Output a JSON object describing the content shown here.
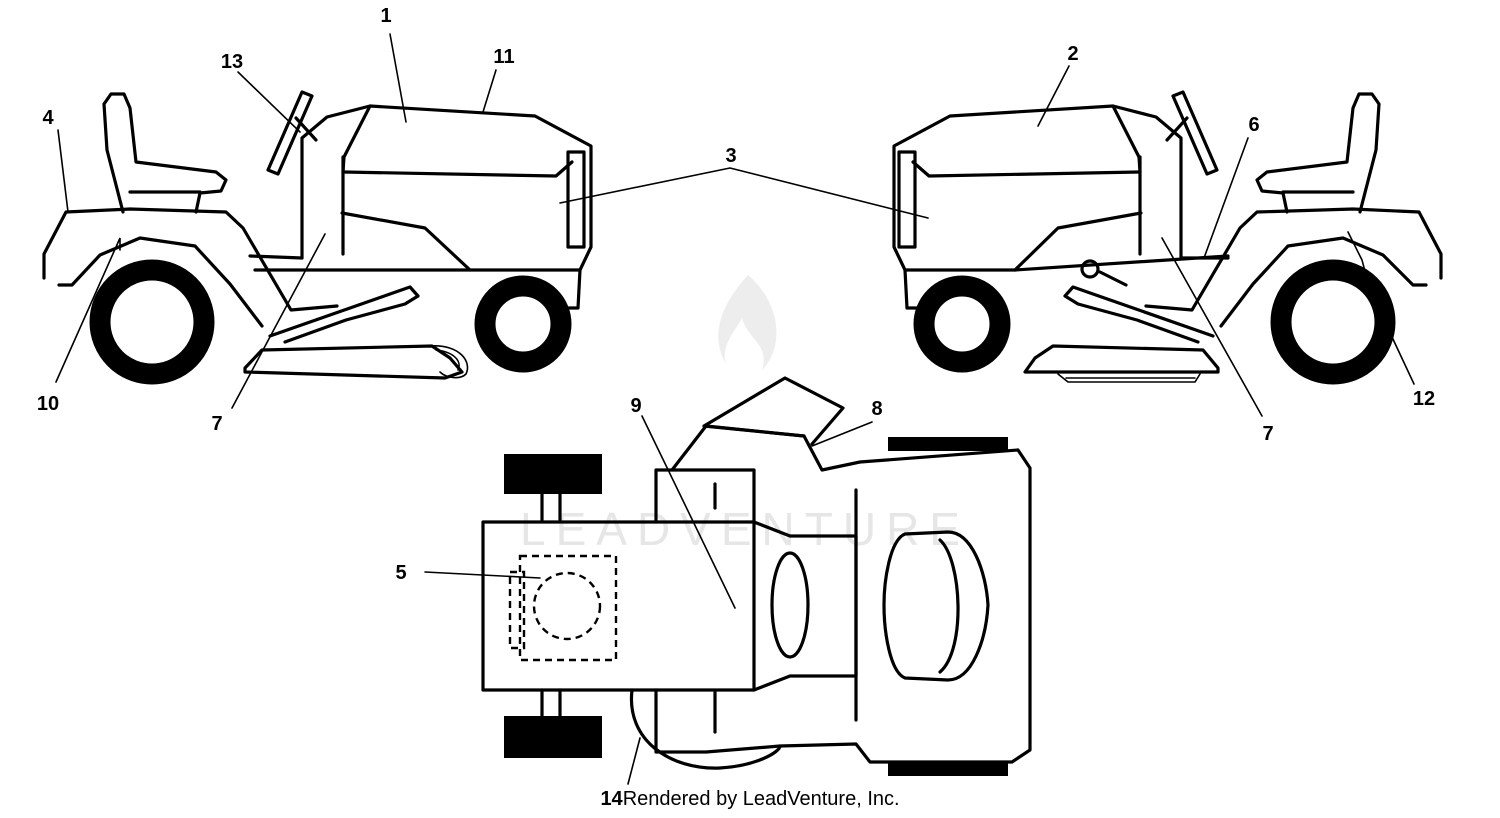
{
  "callouts": {
    "c1": "1",
    "c2": "2",
    "c3": "3",
    "c4": "4",
    "c5": "5",
    "c6": "6",
    "c7a": "7",
    "c7b": "7",
    "c8": "8",
    "c9": "9",
    "c10": "10",
    "c11": "11",
    "c12": "12",
    "c13": "13"
  },
  "credit": {
    "part_number": "14",
    "text": "Rendered by LeadVenture, Inc."
  },
  "watermark": {
    "text": "LEADVENTURE",
    "icon": "flame-logo-icon",
    "color": "#e6e6e6"
  }
}
